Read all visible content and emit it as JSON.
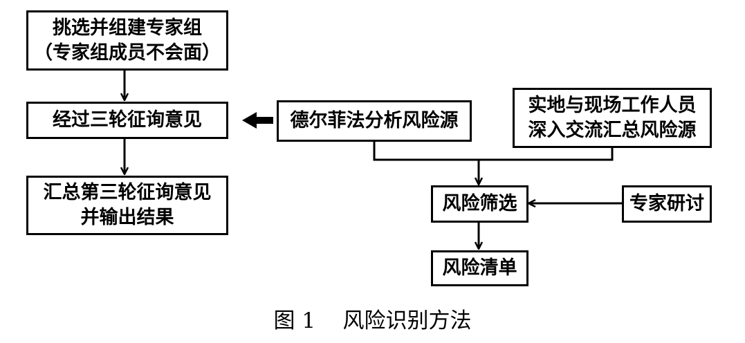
{
  "diagram": {
    "boxes": {
      "select_experts": [
        "挑选并组建专家组",
        "（专家组成员不会面）"
      ],
      "three_rounds": "经过三轮征询意见",
      "summarize": [
        "汇总第三轮征询意见",
        "并输出结果"
      ],
      "delphi": "德尔菲法分析风险源",
      "field": [
        "实地与现场工作人员",
        "深入交流汇总风险源"
      ],
      "screening": "风险筛选",
      "discussion": "专家研讨",
      "risk_list": "风险清单"
    }
  },
  "caption": {
    "label": "图 1",
    "title": "风险识别方法"
  }
}
